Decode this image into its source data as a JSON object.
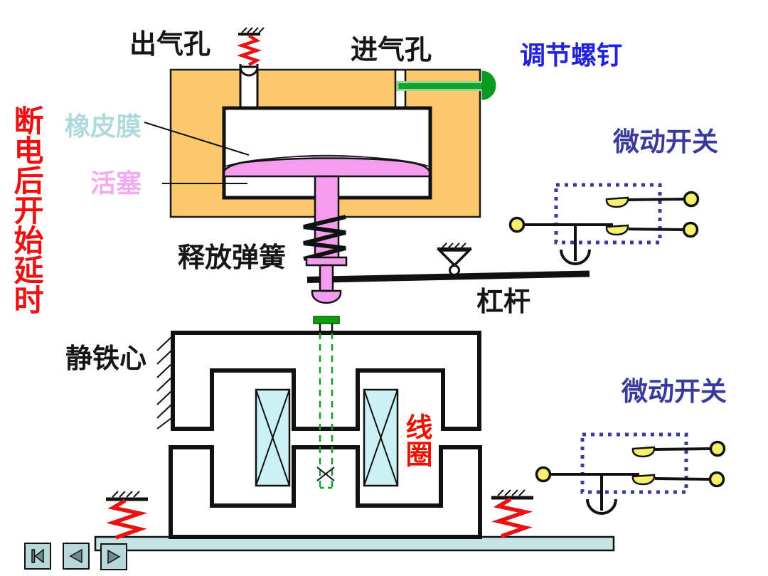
{
  "diagram": {
    "labels": {
      "air_outlet": "出气孔",
      "air_inlet": "进气孔",
      "adjusting_screw": "调节螺钉",
      "rubber_membrane": "橡皮膜",
      "piston": "活塞",
      "release_spring": "释放弹簧",
      "lever": "杠杆",
      "micro_switch_upper": "微动开关",
      "micro_switch_lower": "微动开关",
      "static_iron_core": "静铁心",
      "coil": "线圈",
      "annotation_delay": "断电后开始延时"
    },
    "colors": {
      "housing_orange": "#FBC86C",
      "piston_pink": "#F49CF0",
      "membrane_cyan": "#BCDCDA",
      "annotation_red": "#EE1111",
      "spring_red": "#E91111",
      "screw_green": "#12A32B",
      "screw_head_green": "#0A9A22",
      "rod_dash_green": "#0AA02A",
      "terminal_yellow": "#F8EF6A",
      "adjust_label_blue": "#2222DD",
      "switch_label_blue": "#3A3A9C",
      "coil_fill": "#CBF1F4",
      "base_plate": "#C6E3E6",
      "button_fill": "#B7D7D9"
    }
  },
  "nav": {
    "buttons": [
      {
        "icon": "skip-to-start-icon"
      },
      {
        "icon": "previous-icon"
      },
      {
        "icon": "next-icon"
      }
    ]
  }
}
